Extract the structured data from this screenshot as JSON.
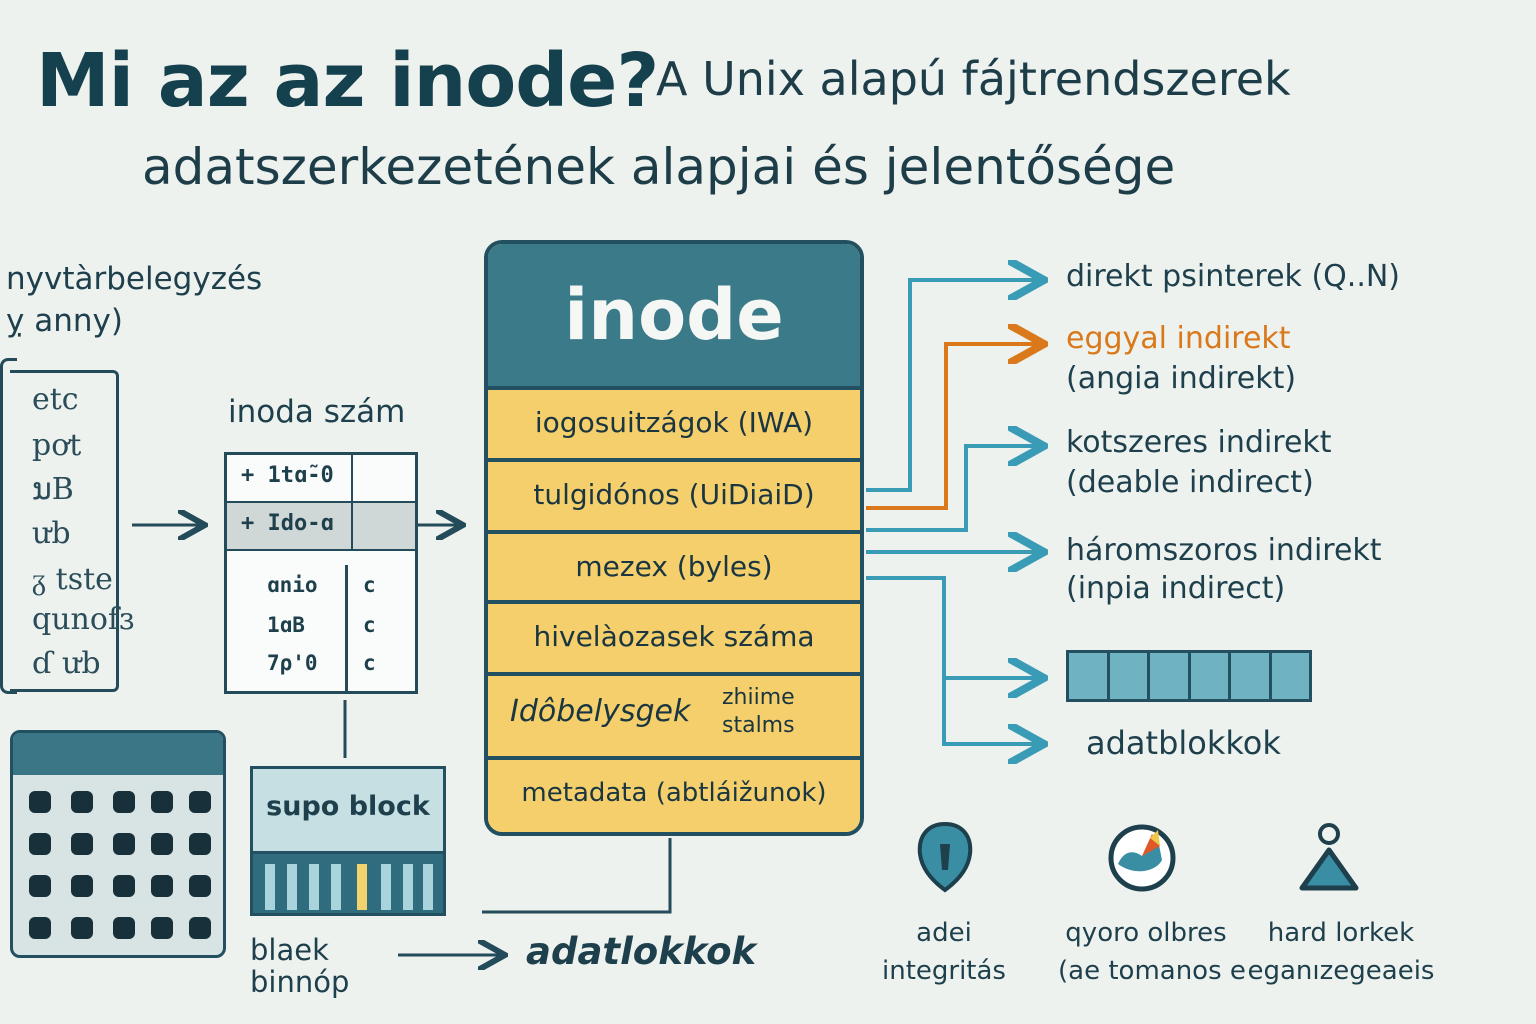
{
  "title": {
    "main": "Mi az az inode?",
    "sub_line1": "A Unix alapú fájtrendszerek",
    "sub_line2": "adatszerkezetének alapjai és jelentősége"
  },
  "directory": {
    "heading_line1": "nyvtàrbelegyzés",
    "heading_line2": "ỵ anny)",
    "items": [
      "etc",
      "pơt",
      "ນB",
      "ưb",
      "ᵹ tste",
      "qunofɜ",
      "ɗ ưb"
    ]
  },
  "inode_table": {
    "label": "inoda szám",
    "rows": [
      "+ 1tɑ̃-0",
      "+ Ido-ɑ"
    ],
    "values": [
      "ɑnio",
      "1ɑB",
      "7ρ'0"
    ],
    "codes": [
      "c",
      "c",
      "c"
    ]
  },
  "inode": {
    "title": "inode",
    "fields": [
      "iogosuitzágok (IWA)",
      "tulgidónos (UiDiaiD)",
      "mezex (byles)",
      "hivelàozasek száma"
    ],
    "timestamp_label": "Idôbelysgek",
    "timestamp_side_1": "zhiime",
    "timestamp_side_2": "stalms",
    "metadata": "metadata (abtláižunok)"
  },
  "pointers": {
    "direct": "direkt psinterek (Q..N)",
    "single_1": "eggyal indirekt",
    "single_2": "(angia indirekt)",
    "double_1": "kotszeres indirekt",
    "double_2": "(deable indirect)",
    "triple_1": "háromszoros indirekt",
    "triple_2": "(inpia indirect)",
    "datablocks": "adatblokkok"
  },
  "superblock": {
    "label": "supo block"
  },
  "bitmap": {
    "label_1": "blaek",
    "label_2": "binnóp"
  },
  "bottom_arrow_label": "adatlokkok",
  "features": [
    {
      "icon": "shield-icon",
      "label_1": "adei",
      "label_2": "integritás"
    },
    {
      "icon": "gauge-icon",
      "label_1": "qyoro olbres",
      "label_2": "(ae tomanos e"
    },
    {
      "icon": "link-icon",
      "label_1": "hard lorkek",
      "label_2": "eganızegeaeis"
    }
  ],
  "colors": {
    "background": "#eef2ef",
    "inode_header": "#3b7a88",
    "inode_field": "#f5cf6c",
    "arrow_blue": "#3a9bb6",
    "arrow_orange": "#d9791b",
    "dark": "#15404d"
  }
}
